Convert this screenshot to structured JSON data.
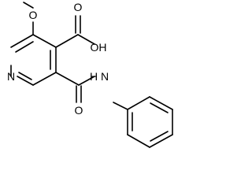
{
  "structure": {
    "atom_labels": {
      "methoxy_oxygen": "O",
      "acid_hydroxyl": "OH",
      "acid_carbonyl_oxygen": "O",
      "pyridine_nitrogen": "N",
      "amide_nitrogen": "H N",
      "amide_carbonyl_oxygen": "O"
    }
  }
}
